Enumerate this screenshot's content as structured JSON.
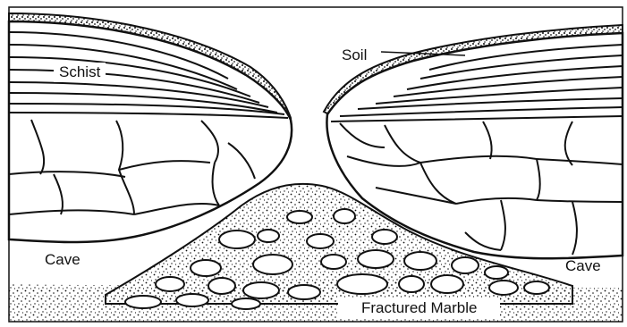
{
  "labels": {
    "schist": "Schist",
    "soil": "Soil",
    "cave_left": "Cave",
    "cave_right": "Cave",
    "fractured_marble": "Fractured Marble"
  },
  "colors": {
    "line": "#111111",
    "background": "#ffffff"
  }
}
